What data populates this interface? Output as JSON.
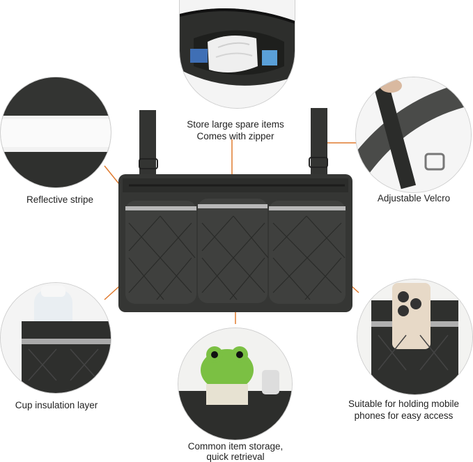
{
  "labels": {
    "top": [
      "Store large spare items",
      "Comes with zipper"
    ],
    "left_top": "Reflective stripe",
    "right_top": "Adjustable Velcro",
    "left_bottom": "Cup insulation layer",
    "right_bottom": [
      "Suitable for holding mobile",
      "phones for easy access"
    ],
    "bottom": [
      "Common item storage,",
      "quick retrieval"
    ]
  },
  "colors": {
    "bag": "#3a3b38",
    "bag_dark": "#2a2b29",
    "reflective": "#b8b8b8",
    "callout_line": "#e07a2e",
    "background": "#ffffff"
  }
}
